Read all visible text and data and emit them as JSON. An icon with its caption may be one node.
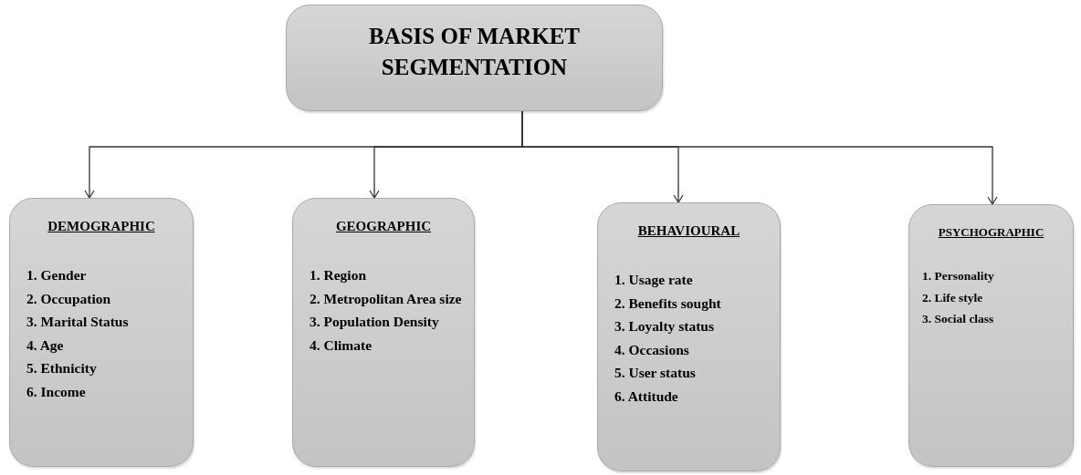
{
  "diagram": {
    "nodes": [
      {
        "text": [
          "BASIS OF MARKET SEGMENTATION"
        ]
      },
      {
        "text": [
          "DEMOGRAPHIC",
          "1. Gender",
          "2. Occupation",
          "3. Marital Status",
          "4. Age",
          "5. Ethnicity",
          "6. Income"
        ]
      },
      {
        "text": [
          "GEOGRAPHIC",
          "1. Region",
          "2. Metropolitan Area size",
          "3. Population Density",
          "4. Climate"
        ]
      },
      {
        "text": [
          "BEHAVIOURAL",
          "1. Usage rate",
          "2. Benefits sought",
          "3. Loyalty status",
          "4. Occasions",
          "5. User status",
          "6. Attitude"
        ]
      },
      {
        "text": [
          "PSYCHOGRAPHIC",
          "1. Personality",
          "2. Life style",
          "3. Social class"
        ]
      }
    ],
    "edges": [
      {
        "from": 0,
        "to": 1,
        "arrow": "to"
      },
      {
        "from": 0,
        "to": 2,
        "arrow": "to"
      },
      {
        "from": 0,
        "to": 3,
        "arrow": "to"
      },
      {
        "from": 0,
        "to": 4,
        "arrow": "to"
      }
    ]
  }
}
